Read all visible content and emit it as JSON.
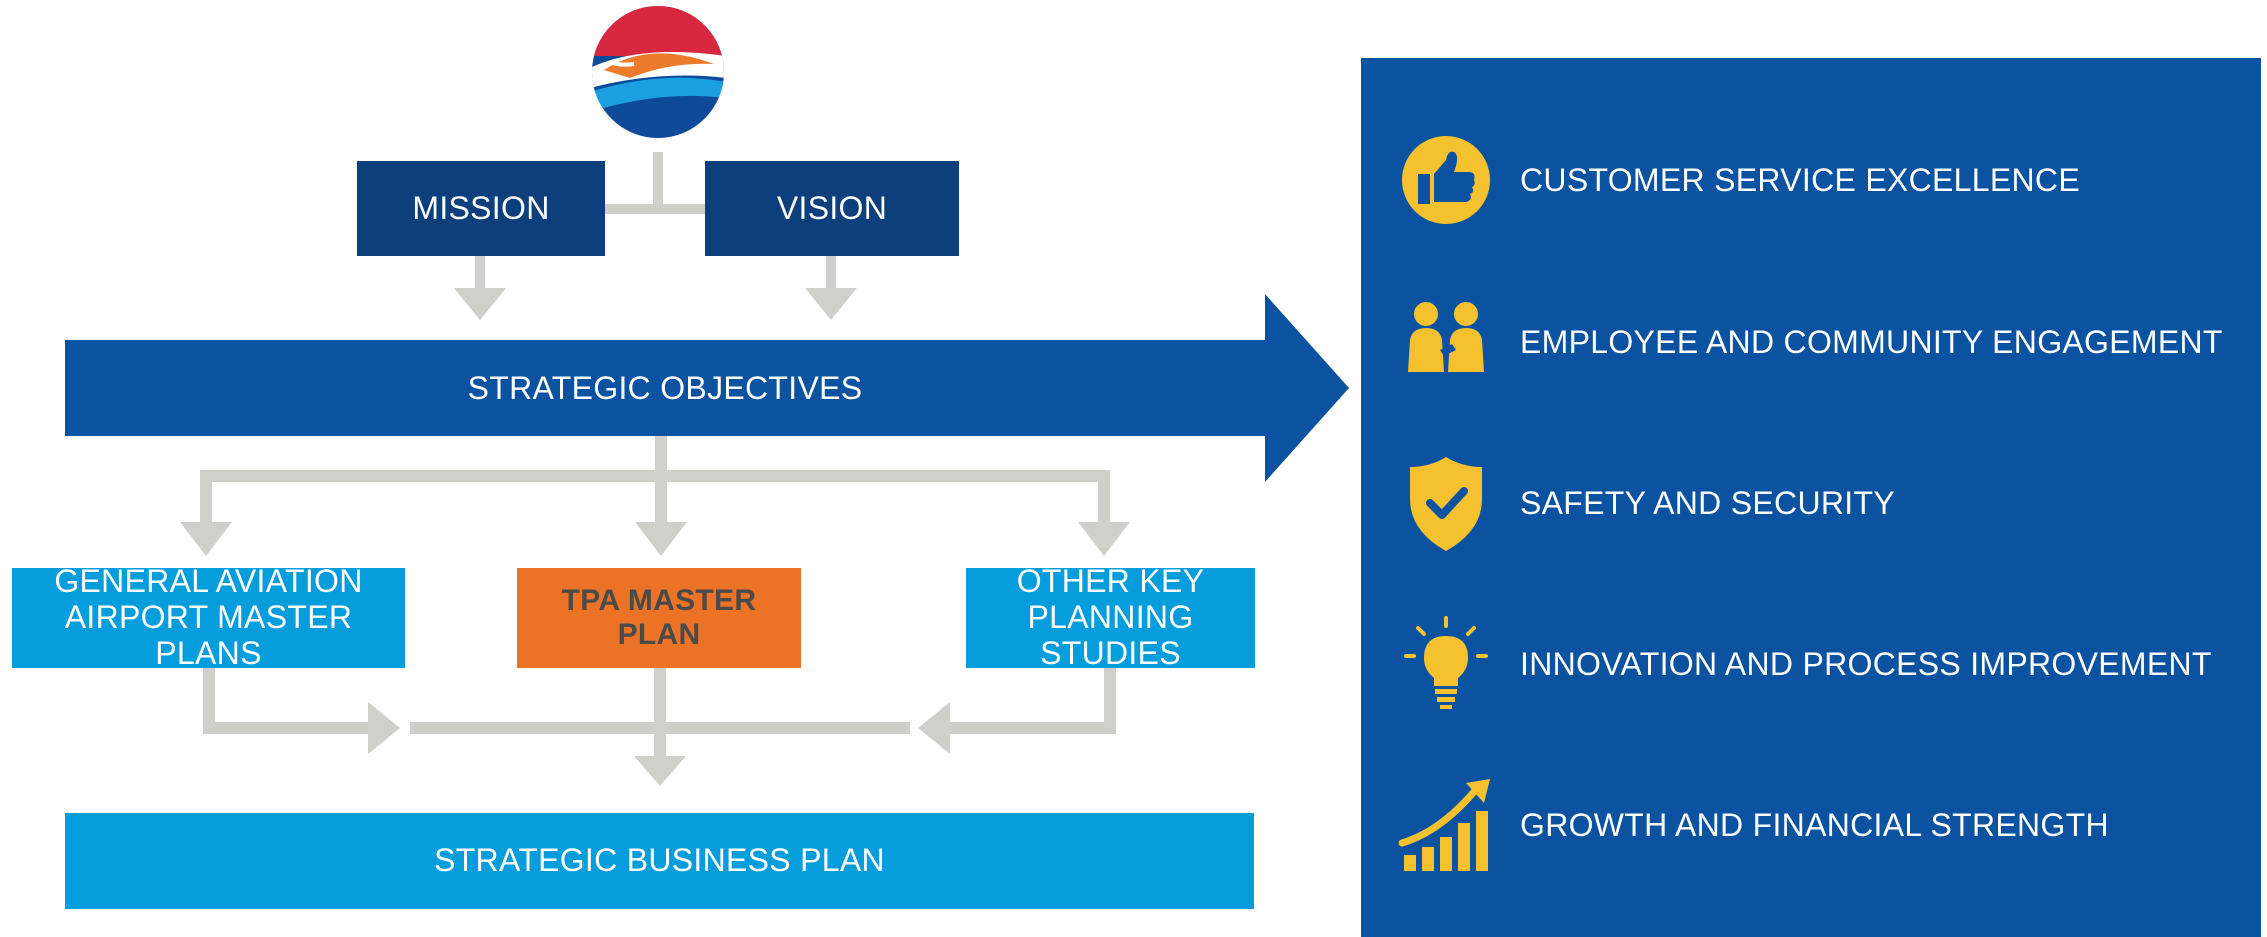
{
  "colors": {
    "dark_blue": "#0c3f7c",
    "arrow_blue": "#0b53a0",
    "light_blue": "#069ddc",
    "orange": "#ec7226",
    "connector_gray": "#cfd0cc",
    "icon_yellow": "#f5c12e"
  },
  "logo": {
    "icon": "airport-logo-icon"
  },
  "flow": {
    "mission": "MISSION",
    "vision": "VISION",
    "strategic_objectives": "STRATEGIC OBJECTIVES",
    "ga_plans_line1": "GENERAL AVIATION",
    "ga_plans_line2": "AIRPORT MASTER PLANS",
    "tpa_line1": "TPA MASTER",
    "tpa_line2": "PLAN",
    "other_line1": "OTHER KEY",
    "other_line2": "PLANNING STUDIES",
    "business_plan": "STRATEGIC BUSINESS PLAN"
  },
  "objectives": [
    {
      "label": "CUSTOMER SERVICE EXCELLENCE",
      "icon": "thumbs-up-icon"
    },
    {
      "label": "EMPLOYEE AND COMMUNITY ENGAGEMENT",
      "icon": "people-icon"
    },
    {
      "label": "SAFETY AND SECURITY",
      "icon": "shield-check-icon"
    },
    {
      "label": "INNOVATION AND PROCESS IMPROVEMENT",
      "icon": "lightbulb-icon"
    },
    {
      "label": "GROWTH AND FINANCIAL STRENGTH",
      "icon": "growth-chart-icon"
    }
  ]
}
